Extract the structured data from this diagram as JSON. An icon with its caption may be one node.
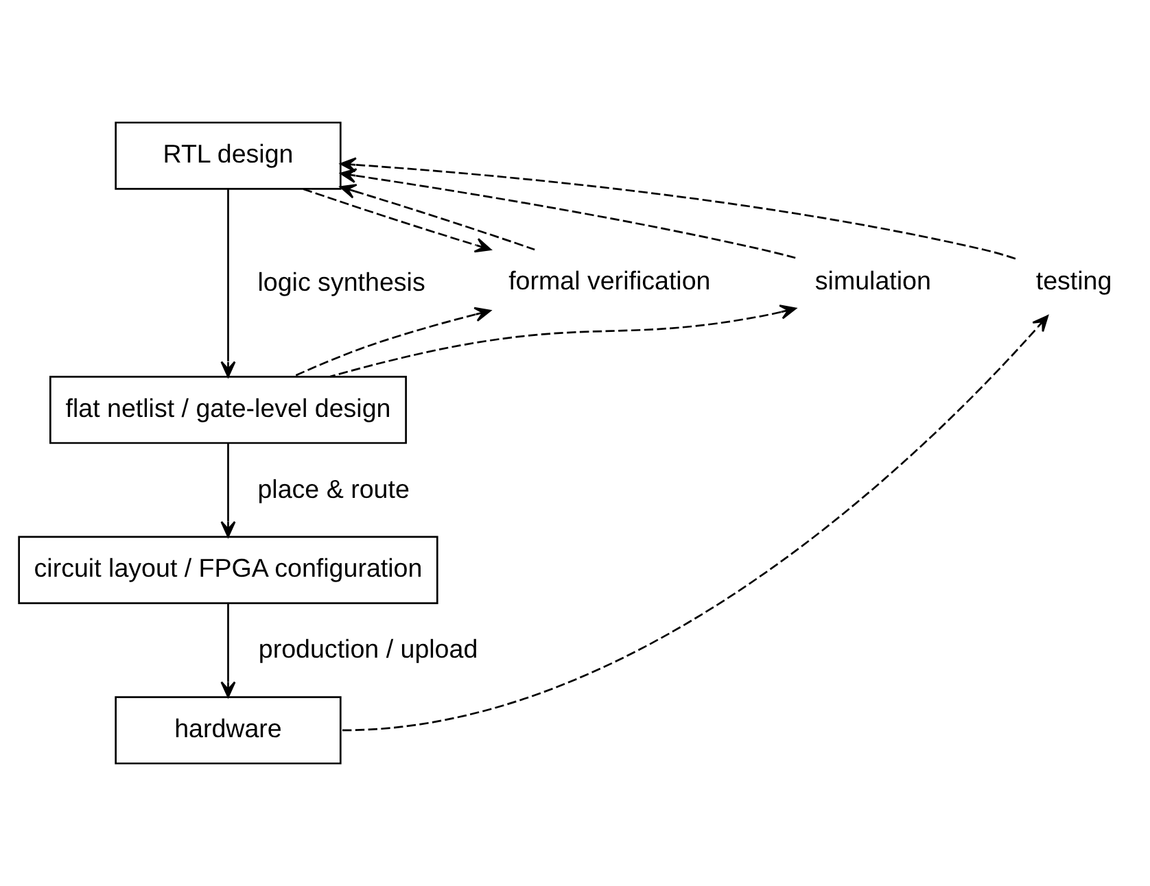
{
  "diagram": {
    "nodes": [
      {
        "text": [
          "RTL design"
        ]
      },
      {
        "text": [
          "flat netlist / gate-level design"
        ]
      },
      {
        "text": [
          "circuit layout / FPGA configuration"
        ]
      },
      {
        "text": [
          "hardware"
        ]
      },
      {
        "text": [
          "formal verification"
        ]
      },
      {
        "text": [
          "simulation"
        ]
      },
      {
        "text": [
          "testing"
        ]
      }
    ],
    "edges": [
      {
        "from": 0,
        "to": 1,
        "arrow": "to",
        "label": "logic synthesis"
      },
      {
        "from": 1,
        "to": 2,
        "arrow": "to",
        "label": "place & route"
      },
      {
        "from": 2,
        "to": 3,
        "arrow": "to",
        "label": "production / upload"
      },
      {
        "from": 0,
        "to": 4,
        "arrow": "to",
        "style": "dashed"
      },
      {
        "from": 1,
        "to": 4,
        "arrow": "to",
        "style": "dashed"
      },
      {
        "from": 4,
        "to": 0,
        "arrow": "to",
        "style": "dashed"
      },
      {
        "from": 1,
        "to": 5,
        "arrow": "to",
        "style": "dashed"
      },
      {
        "from": 5,
        "to": 0,
        "arrow": "to",
        "style": "dashed"
      },
      {
        "from": 3,
        "to": 6,
        "arrow": "to",
        "style": "dashed"
      },
      {
        "from": 6,
        "to": 0,
        "arrow": "to",
        "style": "dashed"
      }
    ]
  }
}
